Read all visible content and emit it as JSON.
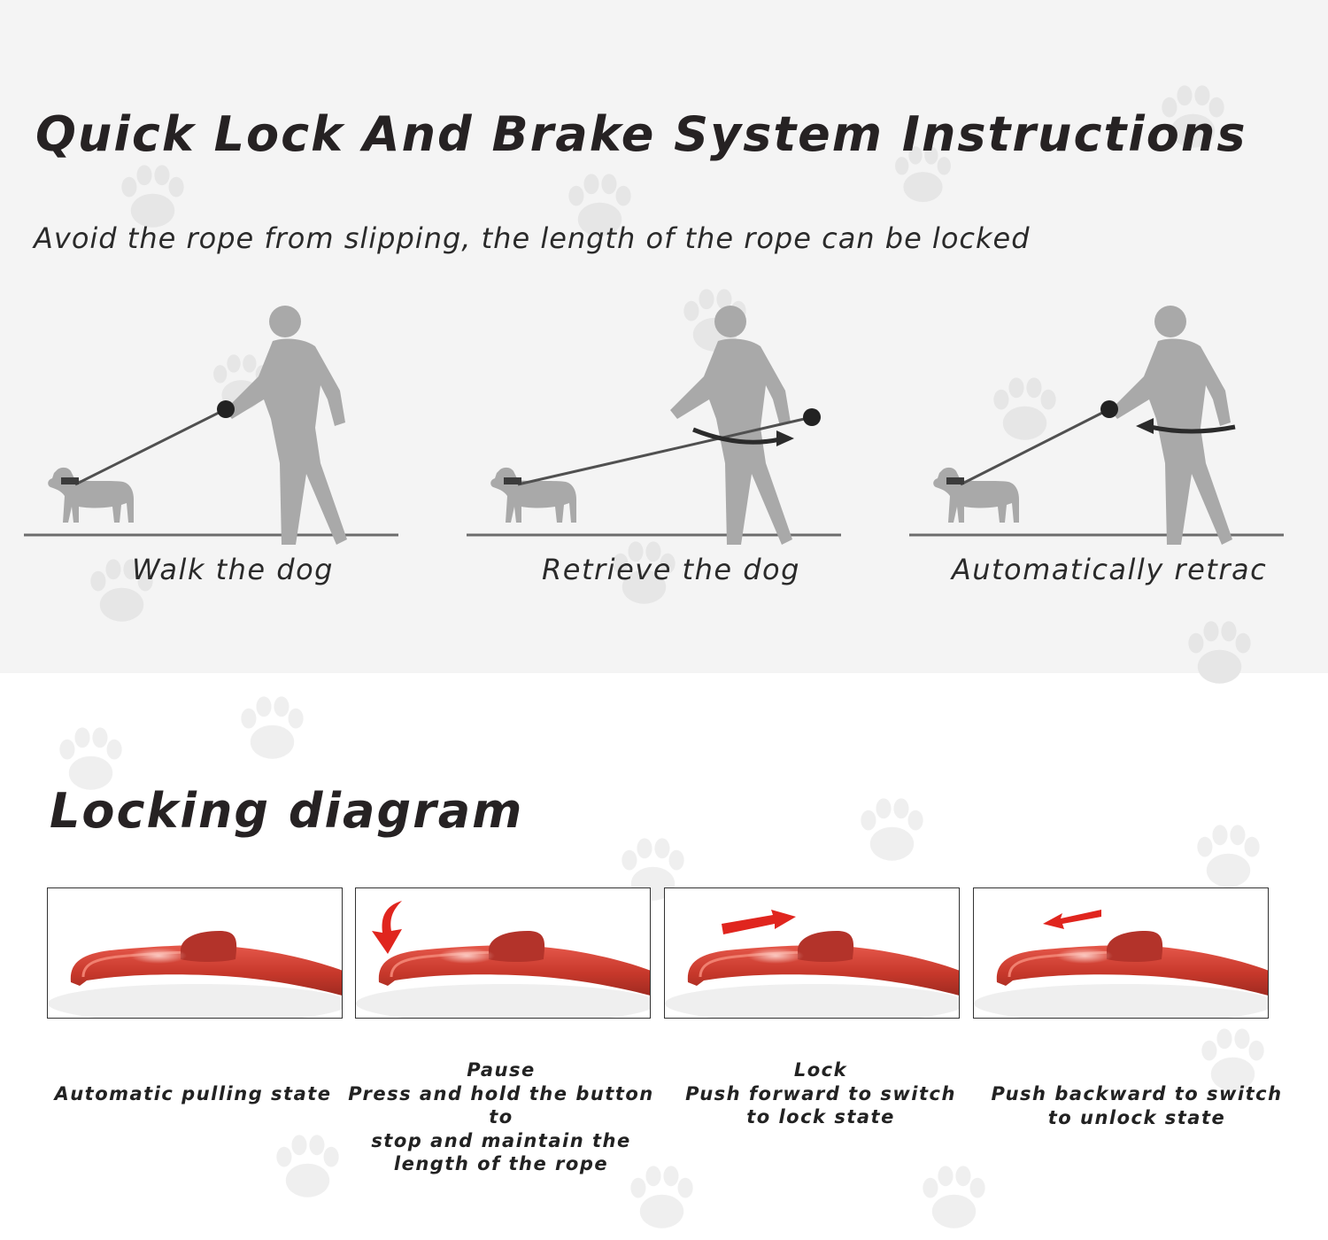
{
  "header": {
    "title": "Quick Lock And Brake System Instructions",
    "subtitle": "Avoid the rope from slipping, the length of the rope can be locked"
  },
  "scenes": [
    {
      "caption": "Walk the dog",
      "icon": "walk-dog-illustration"
    },
    {
      "caption": "Retrieve the dog",
      "icon": "retrieve-dog-illustration"
    },
    {
      "caption": "Automatically retrac",
      "icon": "retract-leash-illustration"
    }
  ],
  "locking": {
    "title": "Locking diagram",
    "steps": [
      {
        "title": "",
        "lines": [
          "Automatic pulling state"
        ],
        "icon": "leash-handle-button"
      },
      {
        "title": "Pause",
        "lines": [
          "Press and hold the button to",
          "stop and maintain the",
          "length of the rope"
        ],
        "icon": "press-down-arrow-icon"
      },
      {
        "title": "Lock",
        "lines": [
          "Push forward to switch",
          "to lock state"
        ],
        "icon": "push-forward-arrow-icon"
      },
      {
        "title": "",
        "lines": [
          "Push backward to switch",
          "to unlock state"
        ],
        "icon": "push-backward-arrow-icon"
      }
    ]
  },
  "colors": {
    "top_background": "#f4f4f4",
    "figure_gray": "#a9a9a9",
    "leash_red": "#cc3a2b",
    "arrow_red": "#e0251e",
    "paw_watermark": "#e6e6e6"
  }
}
